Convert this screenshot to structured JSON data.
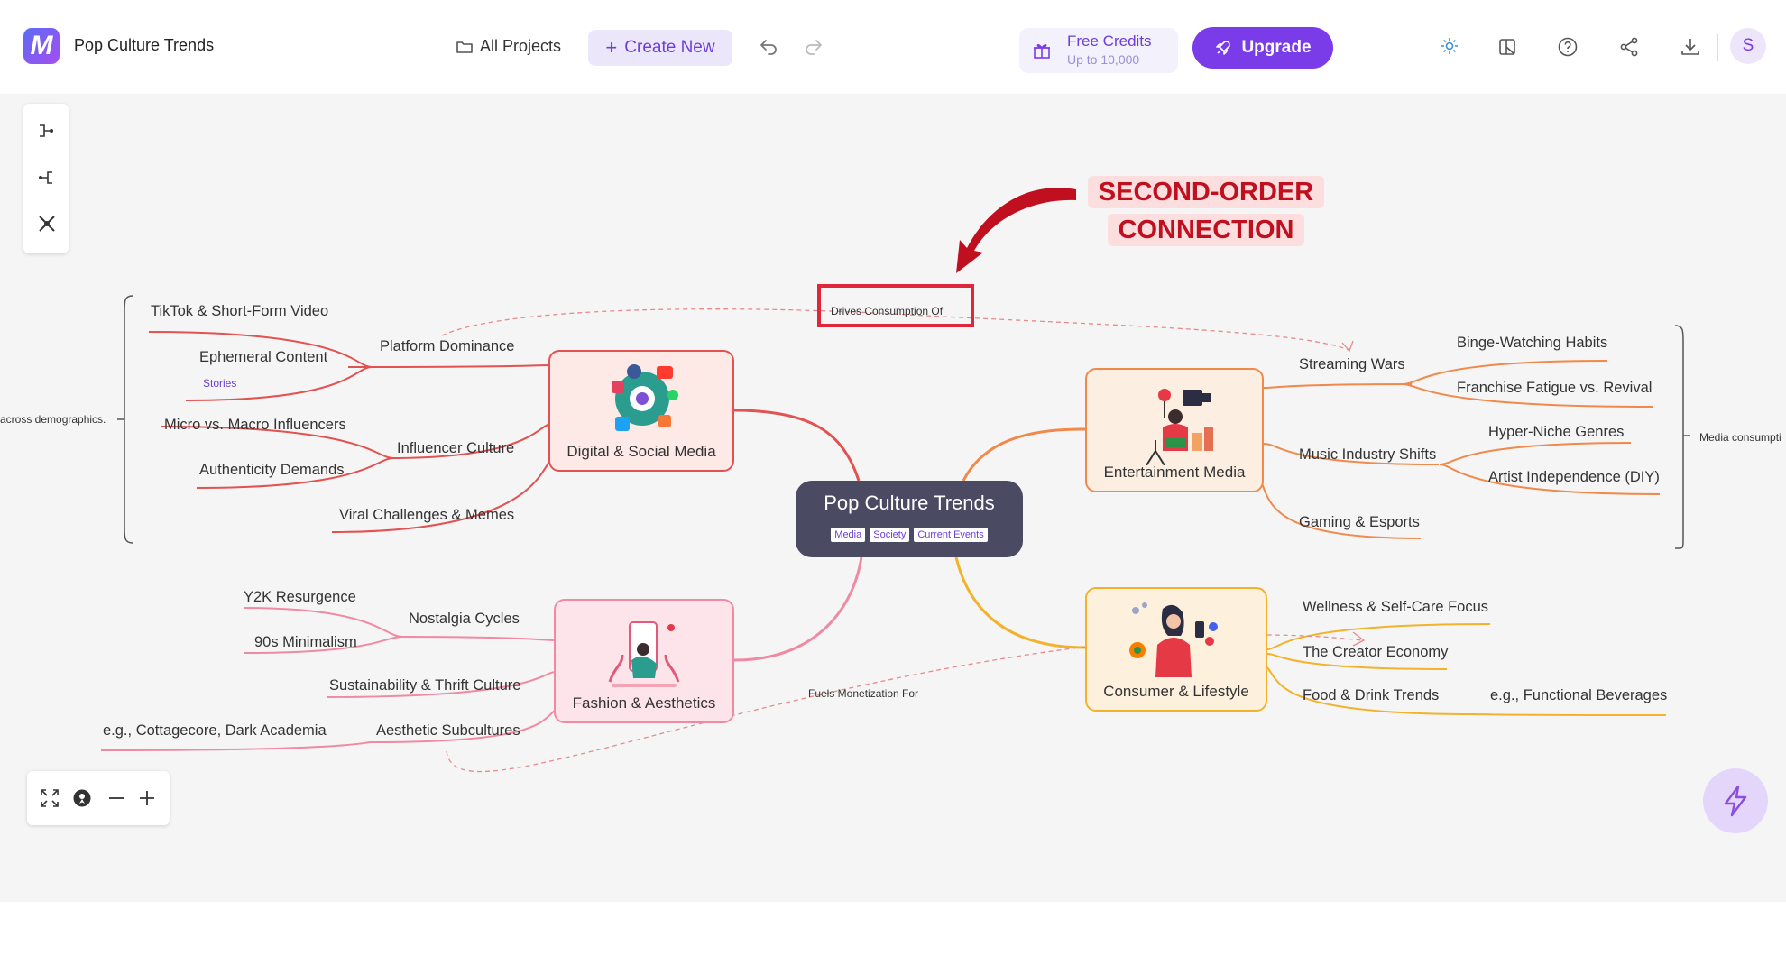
{
  "header": {
    "app_title": "Pop Culture Trends",
    "all_projects": "All Projects",
    "create_new": "Create New",
    "free_credits": "Free Credits",
    "credits_sub": "Up to 10,000",
    "upgrade": "Upgrade",
    "avatar_initial": "S"
  },
  "colors": {
    "accent": "#7a3ce8",
    "digital": "#e35151",
    "entertainment": "#f0894a",
    "fashion": "#f08aa3",
    "consumer": "#f4b22a",
    "center": "#4a4b63",
    "annotation": "#c00f1e"
  },
  "icons": [
    "logo-icon",
    "folder-icon",
    "plus-icon",
    "undo-icon",
    "redo-icon",
    "gift-icon",
    "rocket-icon",
    "sun-icon",
    "layout-icon",
    "help-icon",
    "share-icon",
    "download-icon",
    "layout-right-icon",
    "layout-left-icon",
    "layout-radial-icon",
    "fit-screen-icon",
    "locate-icon",
    "zoom-out-icon",
    "zoom-in-icon",
    "bolt-icon"
  ],
  "map": {
    "center": {
      "title": "Pop Culture Trends",
      "tags": [
        "Media",
        "Society",
        "Current Events"
      ]
    },
    "digital": {
      "label": "Digital & Social Media",
      "platform": "Platform Dominance",
      "tiktok": "TikTok & Short-Form Video",
      "ephemeral": "Ephemeral Content",
      "stories": "Stories",
      "influencer": "Influencer Culture",
      "micro": "Micro vs. Macro Influencers",
      "authenticity": "Authenticity Demands",
      "viral": "Viral Challenges & Memes",
      "summary": "across demographics."
    },
    "entertainment": {
      "label": "Entertainment Media",
      "streaming": "Streaming Wars",
      "binge": "Binge-Watching Habits",
      "franchise": "Franchise Fatigue vs. Revival",
      "music": "Music Industry Shifts",
      "hyper": "Hyper-Niche Genres",
      "artist": "Artist Independence (DIY)",
      "gaming": "Gaming & Esports",
      "summary": "Media consumpti"
    },
    "fashion": {
      "label": "Fashion & Aesthetics",
      "nostalgia": "Nostalgia Cycles",
      "y2k": "Y2K Resurgence",
      "nineties": "90s Minimalism",
      "sustain": "Sustainability & Thrift Culture",
      "aesthetic": "Aesthetic Subcultures",
      "eg": "e.g., Cottagecore, Dark Academia"
    },
    "consumer": {
      "label": "Consumer & Lifestyle",
      "wellness": "Wellness & Self-Care Focus",
      "creator": "The Creator Economy",
      "food": "Food & Drink Trends",
      "eg": "e.g., Functional Beverages"
    },
    "relations": {
      "drives": "Drives Consumption Of",
      "fuels": "Fuels Monetization For"
    }
  },
  "annotation": {
    "line1": "SECOND-ORDER",
    "line2": "CONNECTION"
  }
}
